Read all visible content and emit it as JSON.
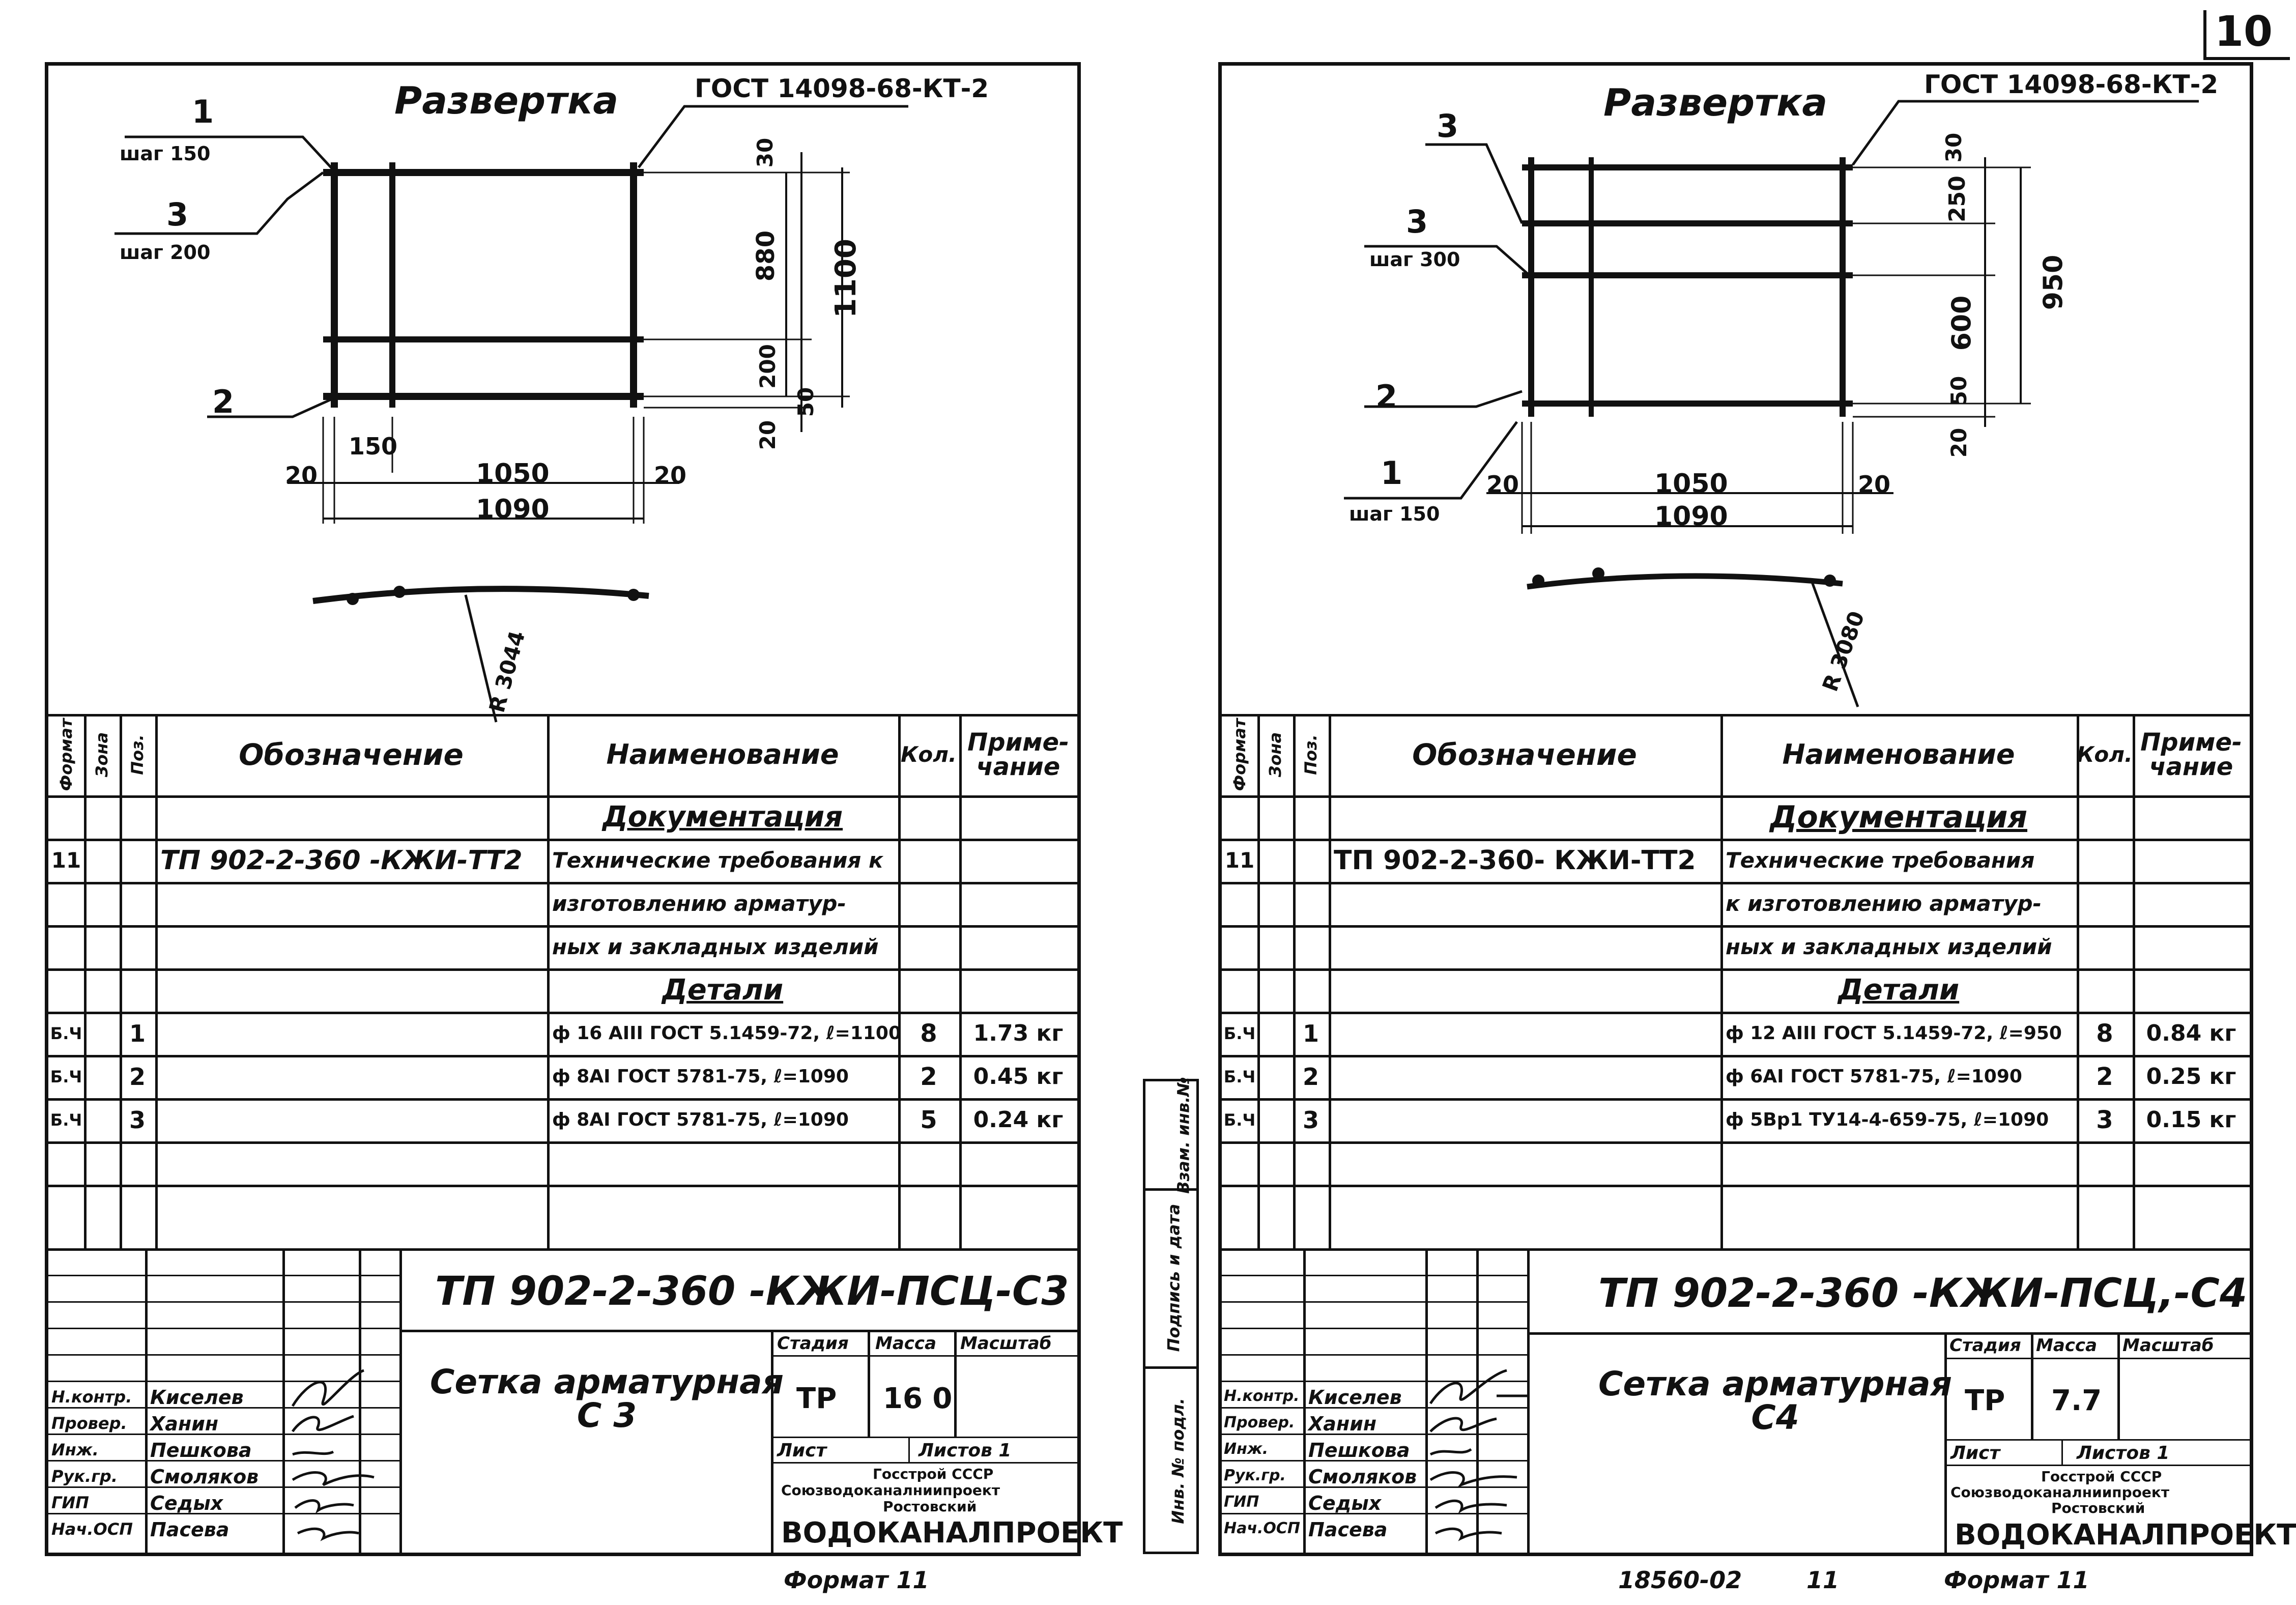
{
  "corner_number": "10",
  "footer": {
    "left_format": "Формат 11",
    "right_format": "Формат 11",
    "code": "18560-02",
    "code_page": "11"
  },
  "side_stamp": [
    "Взам. инв.№",
    "Подпись и дата",
    "Инв. № подл."
  ],
  "headers": {
    "format": "Формат",
    "zone": "Зона",
    "pos": "Поз.",
    "designation": "Обозначение",
    "name": "Наименование",
    "qty": "Кол.",
    "note": "Приме-\nчание"
  },
  "sheets": [
    {
      "drawing": {
        "title": "Развертка",
        "gost": "ГОСТ 14098-68-КТ-2",
        "labels": {
          "p1": "1",
          "p1_step": "шаг 150",
          "p3": "3",
          "p3_step": "шаг 200",
          "p2": "2"
        },
        "dims_v": [
          "30",
          "880",
          "1100",
          "200",
          "50",
          "20"
        ],
        "dims_h": [
          "150",
          "20",
          "1050",
          "20",
          "1090"
        ],
        "radius": "R 3044"
      },
      "spec": {
        "section_docs": "Документация",
        "doc_format": "11",
        "doc_designation": "ТП 902-2-360 -КЖИ-ТТ2",
        "doc_name": [
          "Технические требования к",
          "изготовлению арматур-",
          "ных и закладных изделий"
        ],
        "section_details": "Детали",
        "rows": [
          {
            "format": "Б.Ч",
            "pos": "1",
            "name": "ф 16 АIII ГОСТ 5.1459-72, ℓ=1100",
            "qty": "8",
            "note": "1.73 кг"
          },
          {
            "format": "Б.Ч",
            "pos": "2",
            "name": "ф 8АI ГОСТ 5781-75, ℓ=1090",
            "qty": "2",
            "note": "0.45 кг"
          },
          {
            "format": "Б.Ч",
            "pos": "3",
            "name": "ф 8АI ГОСТ 5781-75, ℓ=1090",
            "qty": "5",
            "note": "0.24 кг"
          }
        ]
      },
      "title_block": {
        "code": "ТП 902-2-360 -КЖИ-ПСЦ-С3",
        "name": "Сетка арматурная\nС 3",
        "stage_label": "Стадия",
        "mass_label": "Масса",
        "scale_label": "Масштаб",
        "stage": "ТР",
        "mass": "16 0",
        "sheet_label": "Лист",
        "sheets_label": "Листов 1",
        "org_line1": "Госстрой СССР",
        "org_line2": "Союзводоканалниипроект",
        "org_line3": "Ростовский",
        "org_name": "ВОДОКАНАЛПРОЕКТ",
        "roles": [
          {
            "role": "Н.контр.",
            "name": "Киселев"
          },
          {
            "role": "Провер.",
            "name": "Ханин"
          },
          {
            "role": "Инж.",
            "name": "Пешкова"
          },
          {
            "role": "Рук.гр.",
            "name": "Смоляков"
          },
          {
            "role": "ГИП",
            "name": "Седых"
          },
          {
            "role": "Нач.ОСП",
            "name": "Пасева"
          }
        ]
      }
    },
    {
      "drawing": {
        "title": "Развертка",
        "gost": "ГОСТ 14098-68-КТ-2",
        "labels": {
          "p3a": "3",
          "p3": "3",
          "p3_step": "шаг 300",
          "p2": "2",
          "p1": "1",
          "p1_step": "шаг 150"
        },
        "dims_v": [
          "30",
          "250",
          "950",
          "600",
          "50",
          "20"
        ],
        "dims_h": [
          "20",
          "1050",
          "20",
          "1090"
        ],
        "radius": "R 3080"
      },
      "spec": {
        "section_docs": "Документация",
        "doc_format": "11",
        "doc_designation": "ТП 902-2-360- КЖИ-ТТ2",
        "doc_name": [
          "Технические требования",
          "к изготовлению арматур-",
          "ных и закладных изделий"
        ],
        "section_details": "Детали",
        "rows": [
          {
            "format": "Б.Ч",
            "pos": "1",
            "name": "ф 12 АIII ГОСТ 5.1459-72, ℓ=950",
            "qty": "8",
            "note": "0.84 кг"
          },
          {
            "format": "Б.Ч",
            "pos": "2",
            "name": "ф 6АI ГОСТ 5781-75, ℓ=1090",
            "qty": "2",
            "note": "0.25 кг"
          },
          {
            "format": "Б.Ч",
            "pos": "3",
            "name": "ф 5Вр1 ТУ14-4-659-75, ℓ=1090",
            "qty": "3",
            "note": "0.15 кг"
          }
        ]
      },
      "title_block": {
        "code": "ТП 902-2-360 -КЖИ-ПСЦ,-С4",
        "name": "Сетка арматурная\nС4",
        "stage_label": "Стадия",
        "mass_label": "Масса",
        "scale_label": "Масштаб",
        "stage": "ТР",
        "mass": "7.7",
        "sheet_label": "Лист",
        "sheets_label": "Листов 1",
        "org_line1": "Госстрой СССР",
        "org_line2": "Союзводоканалниипроект",
        "org_line3": "Ростовский",
        "org_name": "ВОДОКАНАЛПРОЕКТ",
        "roles": [
          {
            "role": "Н.контр.",
            "name": "Киселев"
          },
          {
            "role": "Провер.",
            "name": "Ханин"
          },
          {
            "role": "Инж.",
            "name": "Пешкова"
          },
          {
            "role": "Рук.гр.",
            "name": "Смоляков"
          },
          {
            "role": "ГИП",
            "name": "Седых"
          },
          {
            "role": "Нач.ОСП",
            "name": "Пасева"
          }
        ]
      }
    }
  ]
}
